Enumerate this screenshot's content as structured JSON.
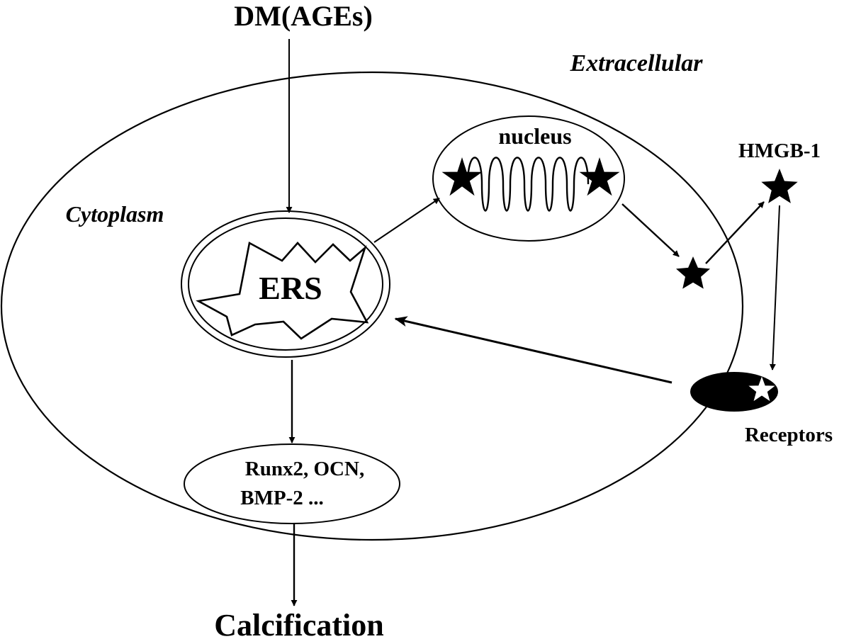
{
  "labels": {
    "input": "DM(AGEs)",
    "extracellular": "Extracellular",
    "cytoplasm": "Cytoplasm",
    "nucleus": "nucleus",
    "ers": "ERS",
    "hmgb1": "HMGB-1",
    "receptors": "Receptors",
    "markers_line1": "Runx2, OCN,",
    "markers_line2": "BMP-2 ...",
    "output": "Calcification"
  },
  "colors": {
    "ink": "#000000",
    "background": "#ffffff"
  },
  "icons": {
    "hmgb1_marker": "star-icon",
    "receptor": "receptor-with-star-slot-icon"
  }
}
